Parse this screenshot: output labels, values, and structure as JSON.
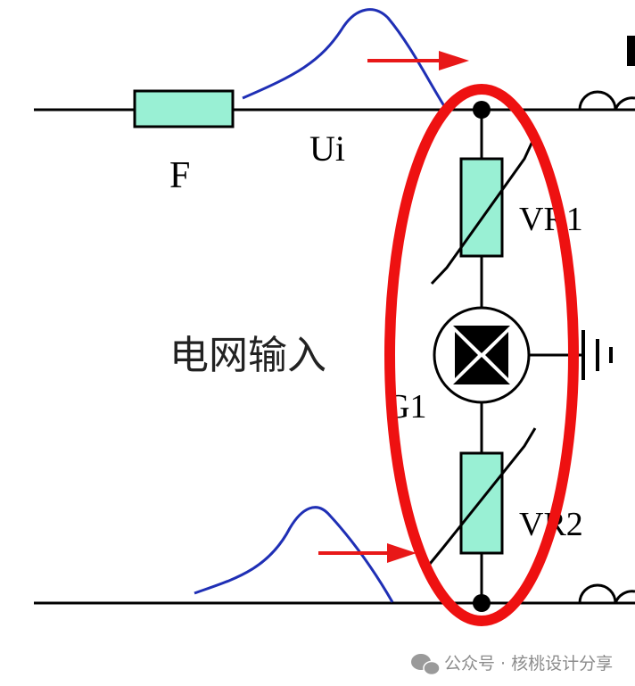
{
  "diagram": {
    "labels": {
      "fuse": "F",
      "input_voltage": "Ui",
      "varistor_top": "VR1",
      "gas_tube": "G1",
      "varistor_bottom": "VR2",
      "grid_input": "电网输入"
    },
    "colors": {
      "wire": "#000000",
      "component_fill": "#99f0d4",
      "surge_curve": "#1f2fb5",
      "arrow": "#e81818",
      "highlight_ellipse": "#ee1111"
    }
  },
  "watermark": {
    "text": "公众号 · 核桃设计分享"
  }
}
